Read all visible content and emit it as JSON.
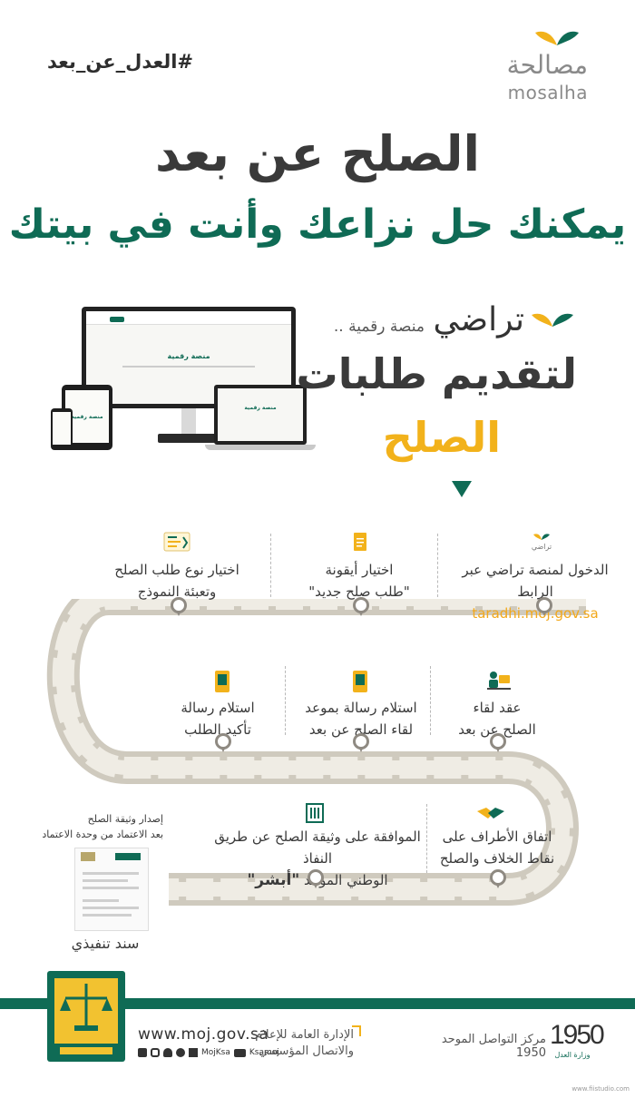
{
  "header": {
    "hashtag": "#العدل_عن_بعد",
    "logo_ar": "مصالحة",
    "logo_en": "mosalha"
  },
  "headline": {
    "line1": "الصلح عن بعد",
    "line2": "يمكنك حل نزاعك وأنت في بيتك"
  },
  "platform": {
    "name": "تراضي",
    "subtitle": "منصة رقمية ..",
    "purpose": "لتقديم طلبات",
    "purpose_highlight": "الصلح",
    "screen_heading": "منصة رقمية",
    "tablet_heading": "منصة رقمية",
    "laptop_heading": "منصة رقمية",
    "taradhi_logo_label": "تراضي"
  },
  "steps": [
    {
      "text": "الدخول لمنصة تراضي عبر الرابط",
      "link": "taradhi.moj.gov.sa"
    },
    {
      "text": "اختيار أيقونة",
      "text2": "\"طلب صلح جديد\""
    },
    {
      "text": "اختيار نوع طلب الصلح",
      "text2": "وتعبئة النموذج"
    },
    {
      "text": "عقد لقاء",
      "text2": "الصلح عن بعد"
    },
    {
      "text": "استلام رسالة بموعد",
      "text2": "لقاء الصلح عن بعد"
    },
    {
      "text": "استلام رسالة",
      "text2": "تأكيد الطلب"
    },
    {
      "text": "اتفاق الأطراف على",
      "text2": "نقاط الخلاف والصلح"
    },
    {
      "text": "الموافقة على وثيقة الصلح عن طريق النفاذ",
      "text2": "الوطني الموحّد",
      "text3": "\"أبشر\""
    },
    {
      "text": "إصدار وثيقة الصلح",
      "text2": "بعد الاعتماد من وحدة الاعتماد",
      "caption": "سند تنفيذي"
    }
  ],
  "footer": {
    "website": "www.moj.gov.sa",
    "handle1": "MojKsa",
    "handle2": "Ksamoj",
    "dept_line1": "الإدارة العامة للإعلام",
    "dept_line2": "والاتصال المؤسسي",
    "contact": "مركز التواصل الموحد 1950",
    "number": "1950",
    "ministry": "وزارة العدل",
    "credit": "www.fiistudio.com"
  },
  "colors": {
    "green": "#0f6b55",
    "gold": "#f2b21b",
    "track": "#e6e2d8"
  }
}
